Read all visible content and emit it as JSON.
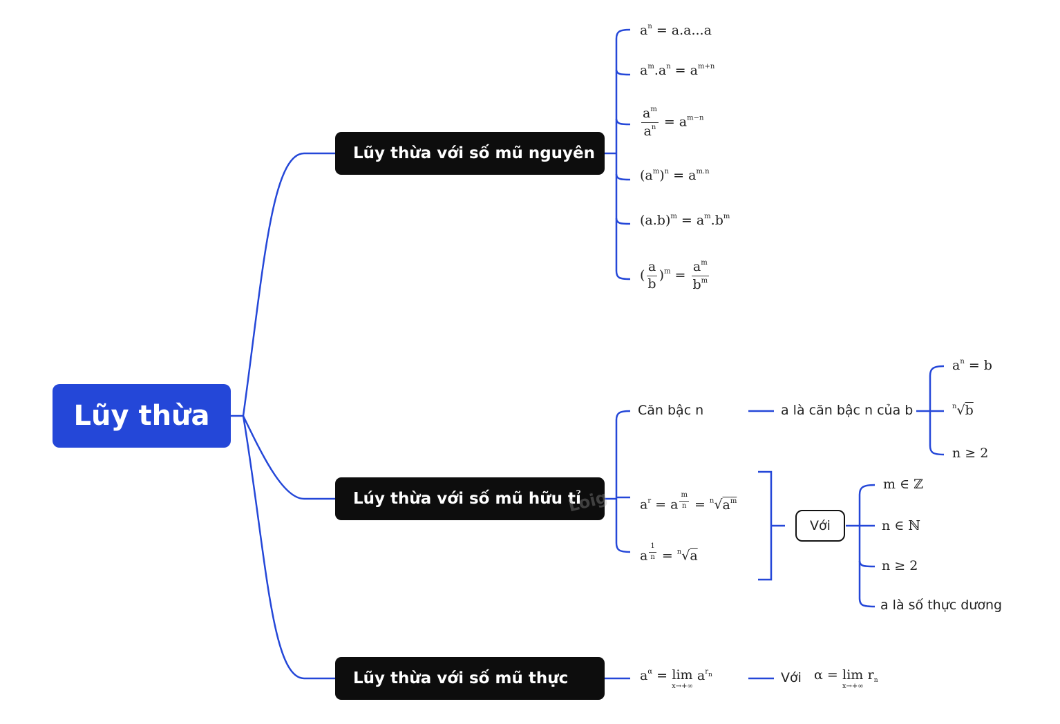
{
  "colors": {
    "accent": "#2447d8",
    "branch_bg": "#0d0d0d",
    "line": "#2447d8"
  },
  "root": {
    "label": "Lũy thừa"
  },
  "watermark": "Loig",
  "branches": [
    {
      "label": "Lũy thừa với số mũ nguyên",
      "formulas": [
        "a^n = a.a...a",
        "a^m.a^n = a^(m+n)",
        "a^m/a^n = a^(m−n)",
        "(a^m)^n = a^(m.n)",
        "(a.b)^m = a^m.b^m",
        "(a/b)^m = a^m/b^m"
      ]
    },
    {
      "label": "Lúy thừa với số mũ hữu tỉ",
      "can_bac_n": {
        "label": "Căn bậc n",
        "definition": "a là căn bậc n của b",
        "conditions": [
          "a^n = b",
          "ⁿ√b",
          "n ≥ 2"
        ]
      },
      "formulas": [
        "a^r = a^(m/n) = ⁿ√(a^m)",
        "a^(1/n) = ⁿ√a"
      ],
      "voi_label": "Với",
      "conditions": [
        "m ∈ ℤ",
        "n ∈ ℕ",
        "n ≥ 2",
        "a là số thực dương"
      ]
    },
    {
      "label": "Lũy thừa với số mũ thực",
      "formula": "a^α = lim a^(r_n)",
      "voi_label": "Với",
      "alpha_formula": "α = lim r_n",
      "lim_under": "x→+∞"
    }
  ]
}
